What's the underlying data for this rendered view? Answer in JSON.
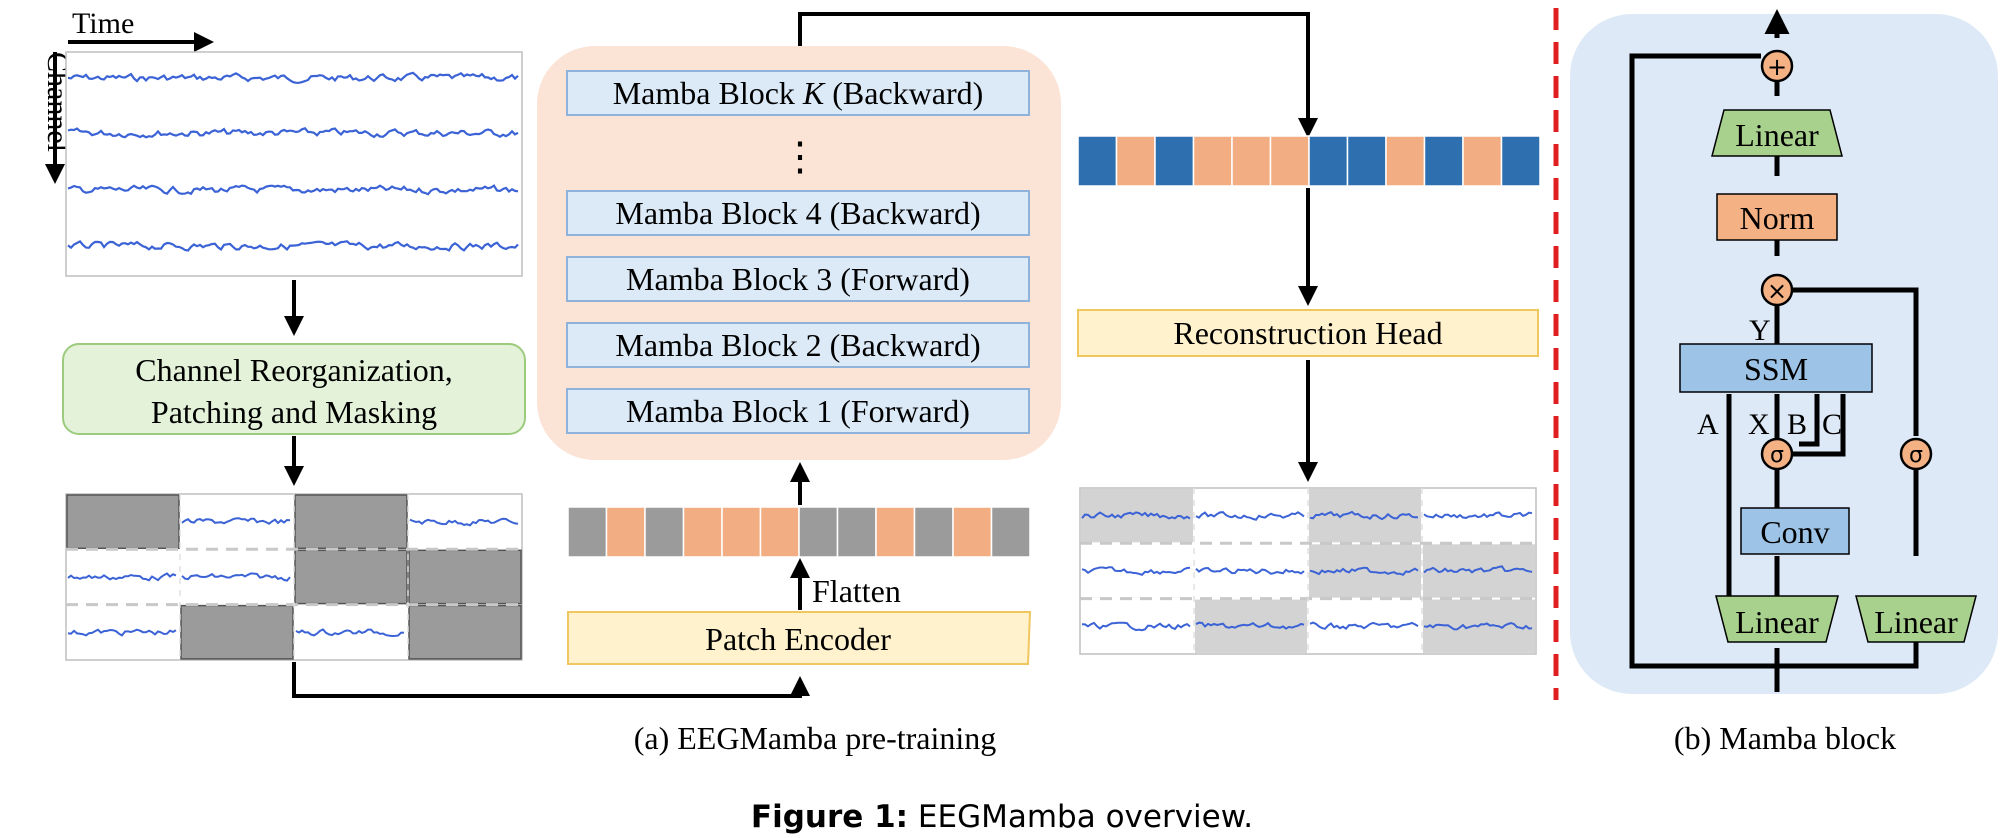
{
  "left": {
    "time_label": "Time",
    "channel_label": "Channel",
    "reorg_line1": "Channel Reorganization,",
    "reorg_line2": "Patching and Masking"
  },
  "center": {
    "blocks": [
      {
        "pre": "Mamba Block ",
        "k": "K",
        "post": " (Backward)"
      },
      {
        "text": "Mamba Block 4 (Backward)"
      },
      {
        "text": "Mamba Block 3 (Forward)"
      },
      {
        "text": "Mamba Block 2 (Backward)"
      },
      {
        "text": "Mamba Block 1 (Forward)"
      }
    ],
    "ellipsis": "⋮",
    "flatten": "Flatten",
    "patch_encoder": "Patch Encoder"
  },
  "right": {
    "reconstruction_head": "Reconstruction Head"
  },
  "mamba_block": {
    "linear_top": "Linear",
    "norm": "Norm",
    "ssm": "SSM",
    "conv": "Conv",
    "linear_bottom_left": "Linear",
    "linear_bottom_right": "Linear",
    "plus": "+",
    "times": "×",
    "sigma": "σ",
    "label_y": "Y",
    "label_a": "A",
    "label_x": "X",
    "label_b": "B",
    "label_c": "C"
  },
  "captions": {
    "a": "(a) EEGMamba pre-training",
    "b": "(b) Mamba block",
    "figure_prefix": "Figure 1:",
    "figure_text": " EEGMamba overview."
  },
  "colors": {
    "blue_token": "#2E6FB0",
    "orange_token": "#F2AE82",
    "gray_token": "#9B9B9B",
    "wave": "#3B63D6",
    "mamba_bg": "#FBE3D6",
    "block_fill": "#DCEAF7",
    "block_stroke": "#8FB2DA",
    "reorg_fill": "#E3F2D9",
    "reorg_stroke": "#9CCB7E",
    "yellow_fill": "#FFF2CC",
    "yellow_stroke": "#F0C75E",
    "panel_b_bg": "#DDE9F6",
    "green_trap": "#A9D18E",
    "norm_fill": "#F4B183",
    "ssm_fill": "#9DC3E6",
    "red_dash": "#E02020",
    "red_label": "#C00000"
  },
  "tokens": {
    "input_row": [
      "g",
      "o",
      "g",
      "o",
      "o",
      "o",
      "g",
      "g",
      "o",
      "g",
      "o",
      "g"
    ],
    "output_row": [
      "b",
      "o",
      "b",
      "o",
      "o",
      "o",
      "b",
      "b",
      "o",
      "b",
      "o",
      "b"
    ]
  }
}
